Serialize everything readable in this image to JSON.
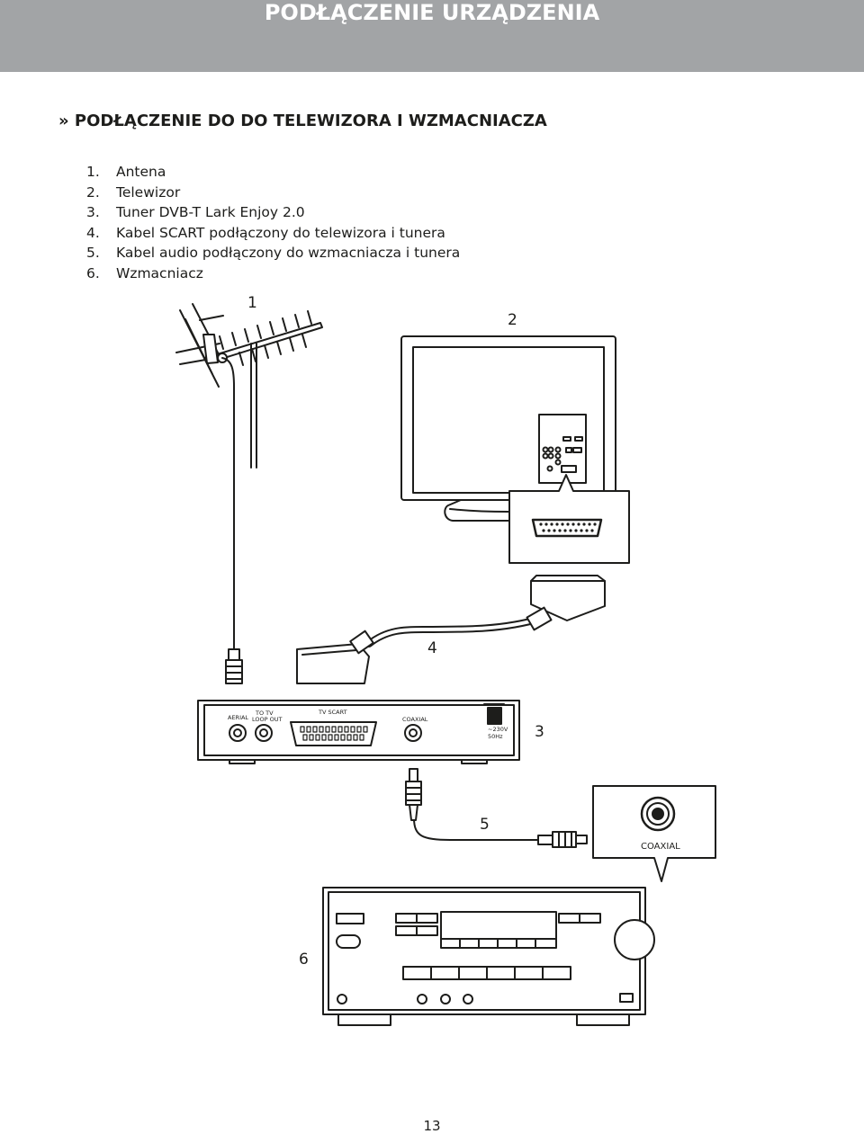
{
  "header": {
    "title": "PODŁĄCZENIE URZĄDZENIA"
  },
  "section": {
    "title": "» PODŁĄCZENIE DO DO TELEWIZORA I WZMACNIACZA"
  },
  "items": [
    {
      "num": "1.",
      "text": "Antena"
    },
    {
      "num": "2.",
      "text": "Telewizor"
    },
    {
      "num": "3.",
      "text": "Tuner DVB-T Lark Enjoy 2.0"
    },
    {
      "num": "4.",
      "text": "Kabel SCART podłączony do telewizora i tunera"
    },
    {
      "num": "5.",
      "text": "Kabel audio podłączony do wzmacniacza i tunera"
    },
    {
      "num": "6.",
      "text": "Wzmacniacz"
    }
  ],
  "diagram": {
    "callouts": {
      "antenna": "1",
      "tv": "2",
      "tuner": "3",
      "scart_cable": "4",
      "audio_cable": "5",
      "amplifier": "6"
    },
    "tuner_labels": {
      "aerial": "AERIAL",
      "to_tv": "TO TV",
      "loop_out": "LOOP OUT",
      "tv_scart": "TV SCART",
      "coaxial": "COAXIAL",
      "voltage": "~230V",
      "frequency": "50Hz"
    },
    "coaxial_zoom_label": "COAXIAL"
  },
  "page_number": "13"
}
